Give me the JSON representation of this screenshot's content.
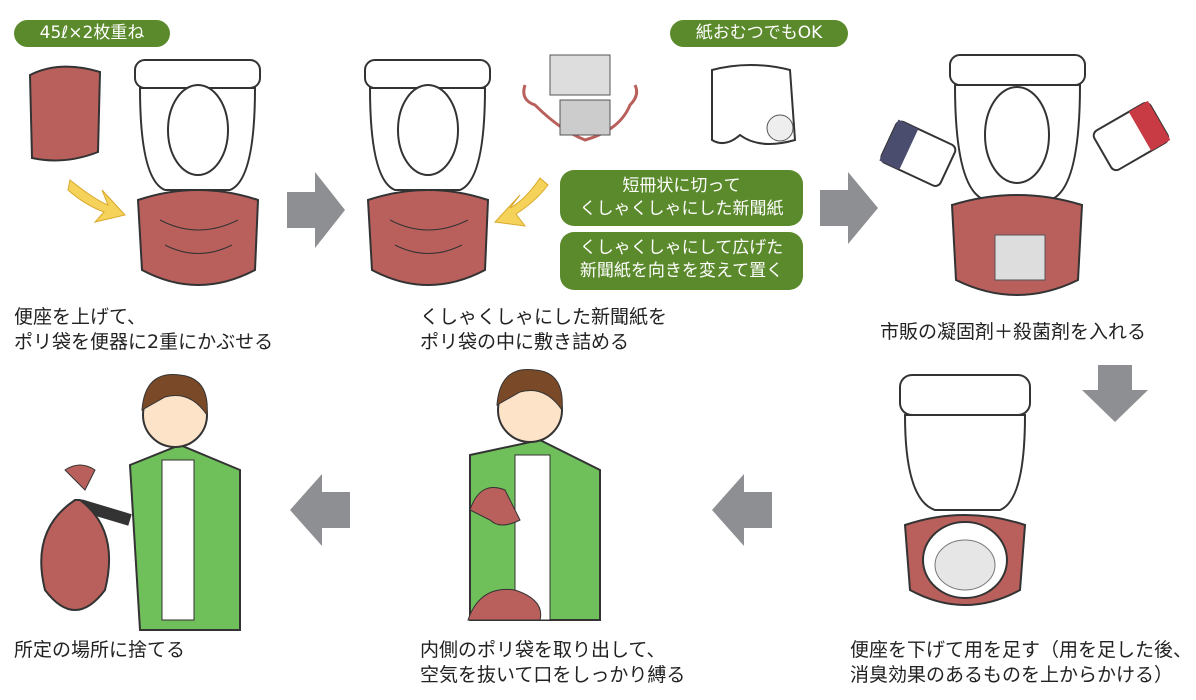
{
  "badges": {
    "bag_spec": "45ℓ×2枚重ね",
    "diaper_ok": "紙おむつでもOK"
  },
  "notes": {
    "note1": [
      "短冊状に切って",
      "くしゃくしゃにした新聞紙"
    ],
    "note2": [
      "くしゃくしゃにして広げた",
      "新聞紙を向きを変えて置く"
    ]
  },
  "steps": [
    {
      "lines": [
        "便座を上げて、",
        "ポリ袋を便器に2重にかぶせる"
      ]
    },
    {
      "lines": [
        "くしゃくしゃにした新聞紙を",
        "ポリ袋の中に敷き詰める"
      ]
    },
    {
      "lines": [
        "市販の凝固剤＋殺菌剤を入れる"
      ]
    },
    {
      "lines": [
        "便座を下げて用を足す（用を足した後、",
        "消臭効果のあるものを上からかける）"
      ]
    },
    {
      "lines": [
        "内側のポリ袋を取り出して、",
        "空気を抜いて口をしっかり縛る"
      ]
    },
    {
      "lines": [
        "所定の場所に捨てる"
      ]
    }
  ],
  "colors": {
    "badge_green": "#5b8a2c",
    "bag_red": "#b9605d",
    "arrow_gray": "#8e8f93",
    "yellow_arrow": "#f5d35a",
    "shirt_green": "#6fbf5a"
  }
}
